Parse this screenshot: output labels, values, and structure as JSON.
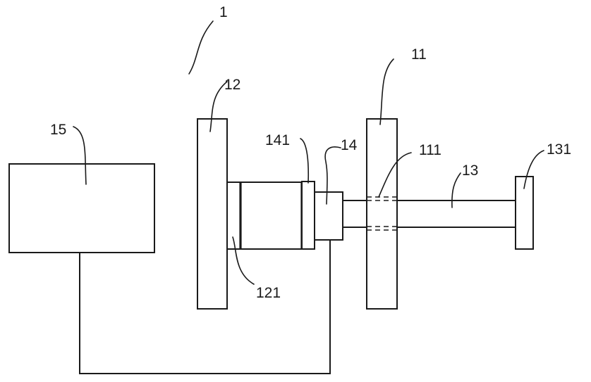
{
  "labels": {
    "assembly": "1",
    "plate_right": "11",
    "plate_left": "12",
    "rod": "13",
    "adapter": "14",
    "controller": "15",
    "plate_right_hole": "111",
    "cylinder_body": "121",
    "rod_end_block": "131",
    "adapter_flange": "141"
  }
}
